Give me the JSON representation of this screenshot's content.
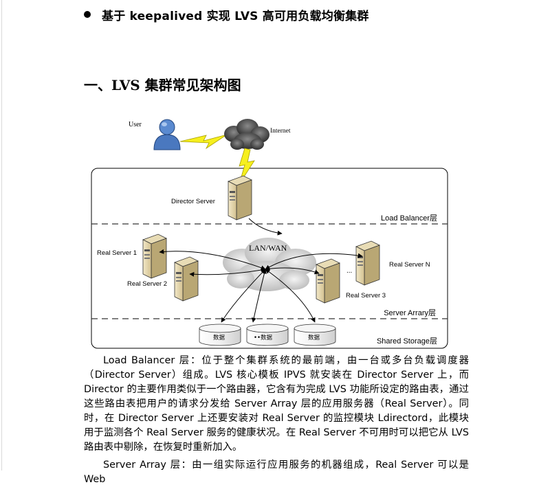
{
  "heading": {
    "bullet_title": "基于 keepalived 实现 LVS 高可用负载均衡集群",
    "section_title": "一、LVS 集群常见架构图"
  },
  "diagram": {
    "user_label": "User",
    "internet_label": "Internet",
    "director_label": "Director Server",
    "lan_label": "LAN/WAN",
    "rs1_label": "Real Server 1",
    "rs2_label": "Real Server 2",
    "rs3_label": "Real Server 3",
    "rsn_label": "Real Server N",
    "ellipsis": "...",
    "layer_load_balancer": "Load Balancer层",
    "layer_server_array": "Server Arrary层",
    "layer_shared_storage": "Shared Storage层",
    "db1_label": "数据",
    "db2_label": "••数据",
    "db3_label": "数据"
  },
  "body": {
    "para1": "Load Balancer 层：位于整个集群系统的最前端，由一台或多台负载调度器（Director Server）组成。LVS 核心模板 IPVS 就安装在 Director Server 上，而 Director 的主要作用类似于一个路由器，它含有为完成 LVS 功能所设定的路由表，通过这些路由表把用户的请求分发给 Server Array 层的应用服务器（Real Server）。同时，在 Director Server 上还要安装对 Real Server 的监控模块 Ldirectord，此模块用于监测各个 Real Server 服务的健康状况。在 Real Server 不可用时可以把它从 LVS 路由表中剔除，在恢复时重新加入。",
    "para2": "Server Array 层：由一组实际运行应用服务的机器组成，Real Server 可以是 Web"
  }
}
